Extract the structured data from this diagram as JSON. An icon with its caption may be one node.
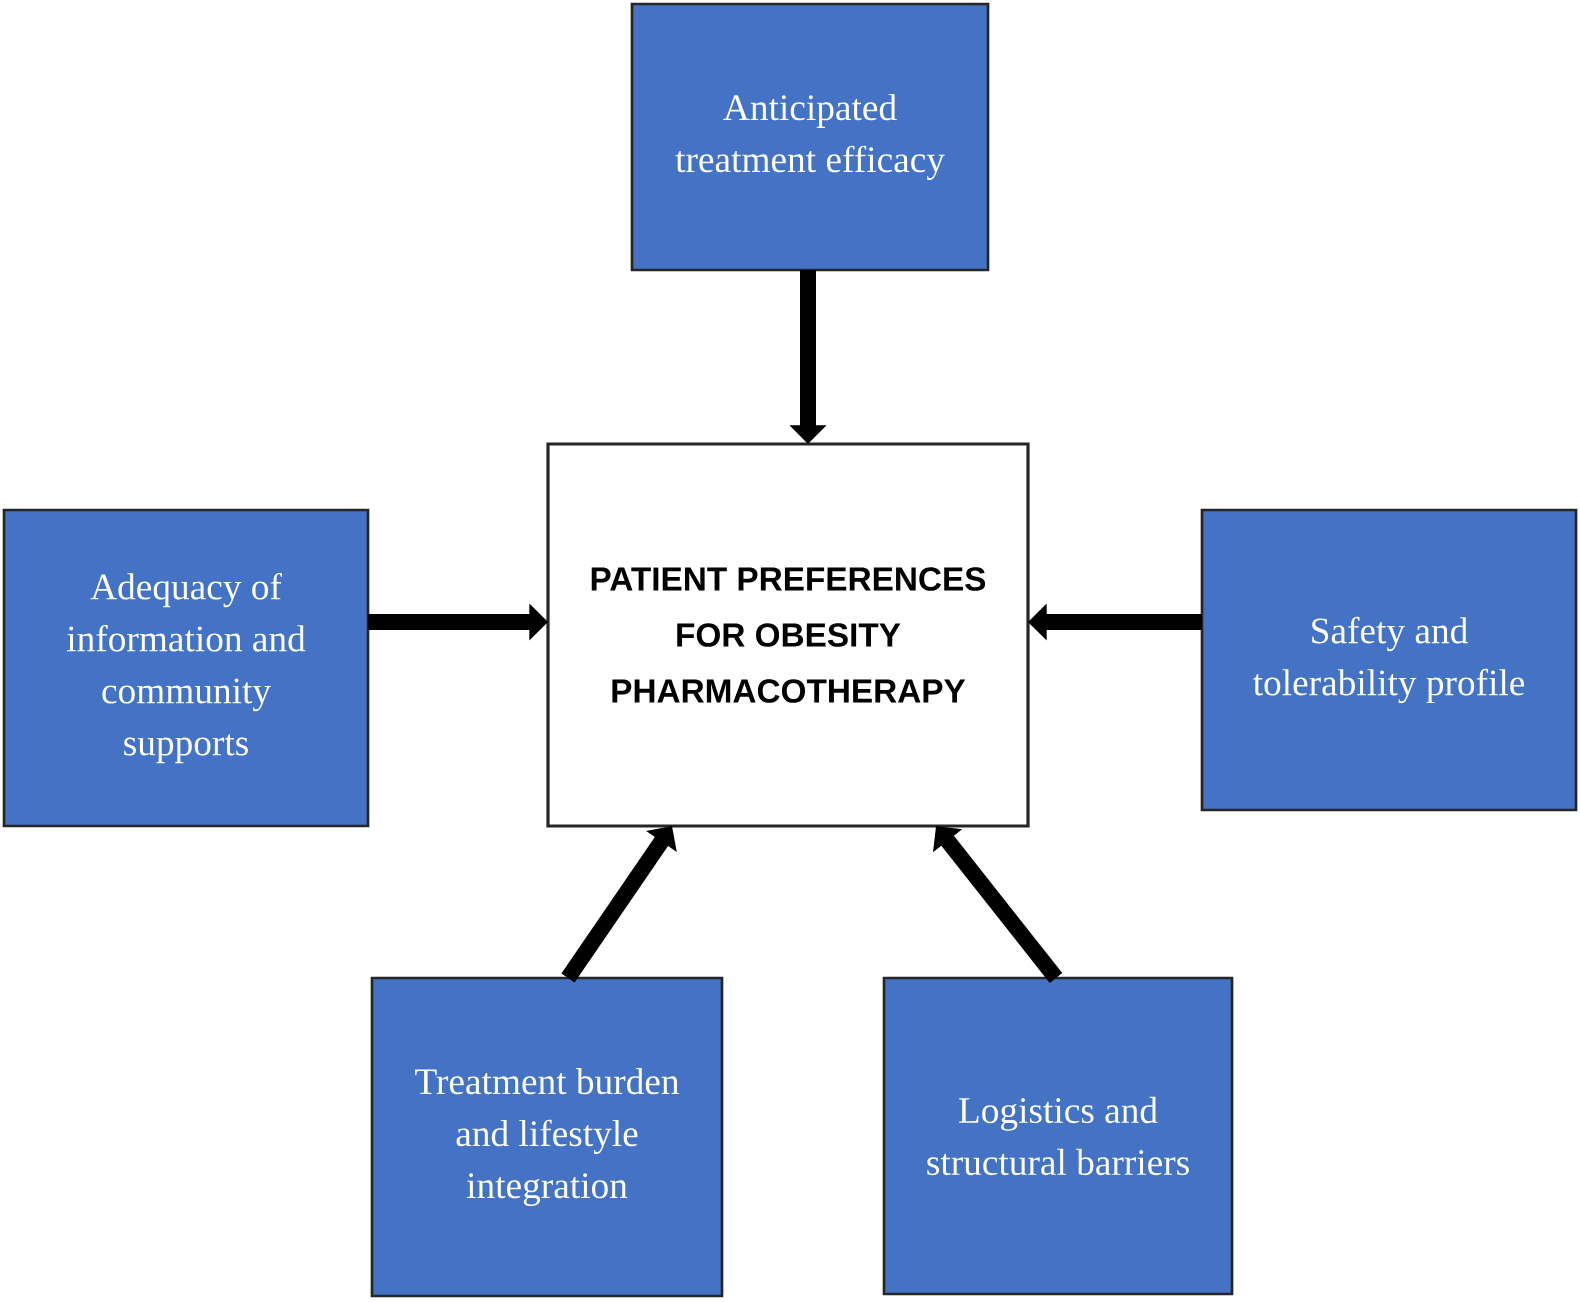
{
  "diagram": {
    "nodes": [
      {
        "text": [
          "Anticipated treatment efficacy"
        ]
      },
      {
        "text": [
          "Adequacy of information and community supports"
        ]
      },
      {
        "text": [
          "PATIENT PREFERENCES FOR OBESITY PHARMACOTHERAPY"
        ]
      },
      {
        "text": [
          "Safety and tolerability profile"
        ]
      },
      {
        "text": [
          "Treatment burden and lifestyle integration"
        ]
      },
      {
        "text": [
          "Logistics and structural barriers"
        ]
      }
    ],
    "edges": [
      {
        "from": 0,
        "to": 2,
        "arrow": "to"
      },
      {
        "from": 1,
        "to": 2,
        "arrow": "to"
      },
      {
        "from": 3,
        "to": 2,
        "arrow": "to"
      },
      {
        "from": 4,
        "to": 2,
        "arrow": "to"
      },
      {
        "from": 5,
        "to": 2,
        "arrow": "to"
      }
    ]
  }
}
